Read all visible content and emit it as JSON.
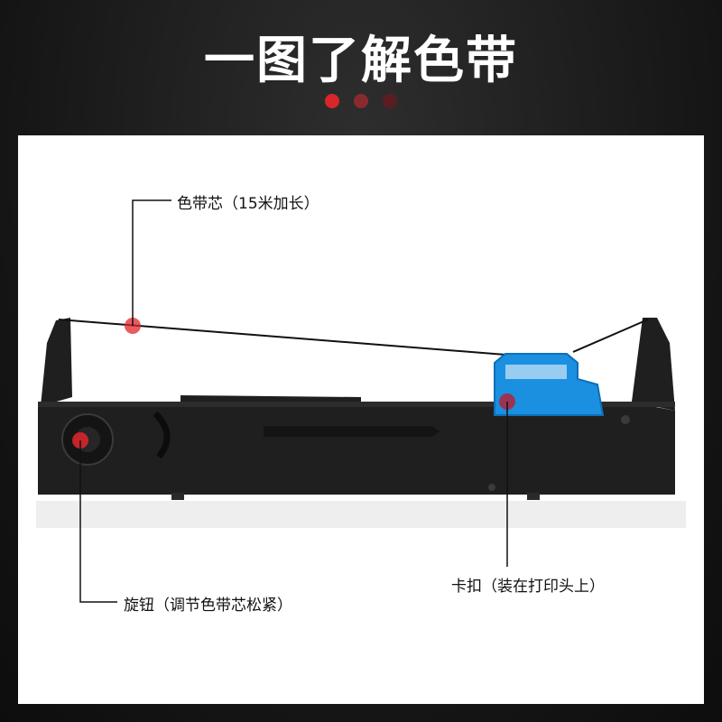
{
  "header": {
    "title": "一图了解色带"
  },
  "indicator_dots": [
    "#d8262b",
    "#8a2a2f",
    "#5a1e22"
  ],
  "callouts": {
    "ribbon_core": "色带芯（15米加长）",
    "knob": "旋钮（调节色带芯松紧）",
    "clip": "卡扣（装在打印头上）"
  },
  "colors": {
    "cartridge": "#1f1f1f",
    "clip": "#1b8fe0",
    "marker": "#e0262b",
    "background": "#ffffff"
  }
}
